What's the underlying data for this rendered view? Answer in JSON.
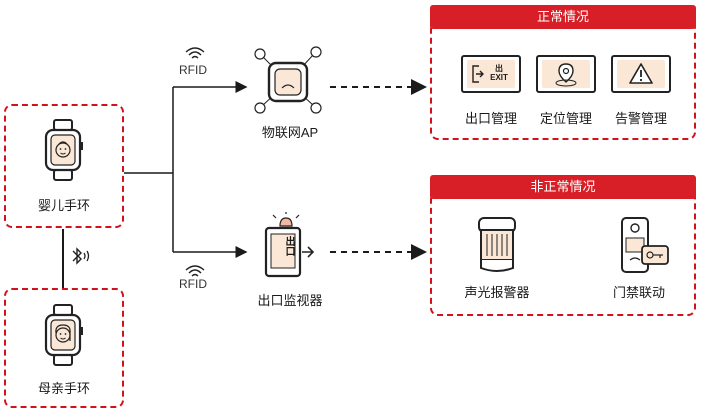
{
  "devices": {
    "baby_band": "婴儿手环",
    "mother_band": "母亲手环",
    "iot_ap": "物联网AP",
    "exit_monitor": "出口监视器"
  },
  "rfid_labels": [
    "RFID",
    "RFID"
  ],
  "normal": {
    "title": "正常情况",
    "items": [
      "出口管理",
      "定位管理",
      "告警管理"
    ],
    "exit_badge": "出 EXIT"
  },
  "abnormal": {
    "title": "非正常情况",
    "items": [
      "声光报警器",
      "门禁联动"
    ]
  },
  "monitor_glyph": "出口",
  "colors": {
    "accent": "#d81e26",
    "dash": "#d0131b",
    "line": "#1a1a1a"
  },
  "icons": [
    "bluetooth-icon",
    "rfid-wave-icon",
    "warning-icon",
    "location-icon",
    "exit-icon",
    "alarm-light-icon",
    "access-control-icon",
    "smartwatch-icon",
    "router-icon"
  ]
}
